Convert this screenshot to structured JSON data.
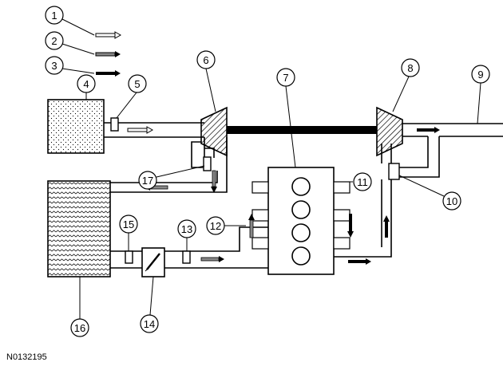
{
  "callouts": {
    "c1": "1",
    "c2": "2",
    "c3": "3",
    "c4": "4",
    "c5": "5",
    "c6": "6",
    "c7": "7",
    "c8": "8",
    "c9": "9",
    "c10": "10",
    "c11": "11",
    "c12": "12",
    "c13": "13",
    "c14": "14",
    "c15": "15",
    "c16": "16",
    "c17": "17"
  },
  "reference_code": "N0132195",
  "colors": {
    "line": "#000000",
    "background": "#ffffff",
    "flow_fresh_air": "#ffffff",
    "flow_compressed_air": "#888888",
    "flow_exhaust": "#000000"
  }
}
